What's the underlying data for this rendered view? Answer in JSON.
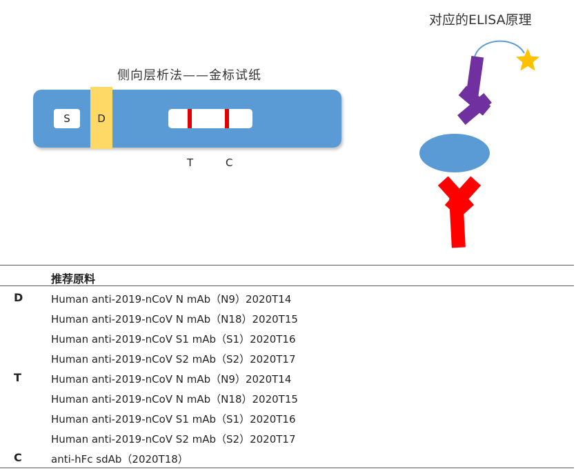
{
  "strip_diagram": {
    "title": "侧向层析法——金标试纸",
    "sample_pad": "S",
    "conjugate_pad": "D",
    "test_line": "T",
    "control_line": "C",
    "colors": {
      "strip": "#5b9bd5",
      "conjugate_pad": "#ffd966",
      "lines": "#e00000"
    }
  },
  "elisa_diagram": {
    "title": "对应的ELISA原理",
    "colors": {
      "detection_antibody": "#7030a0",
      "antigen": "#5b9bd5",
      "capture_antibody": "#ff0000",
      "label_star": "#ffc000",
      "linker": "#5b9bd5"
    }
  },
  "table": {
    "header": "推荐原料",
    "rows": [
      {
        "group": "D",
        "material": "Human anti-2019-nCoV N mAb（N9）2020T14"
      },
      {
        "group": "",
        "material": "Human anti-2019-nCoV N mAb（N18）2020T15"
      },
      {
        "group": "",
        "material": "Human anti-2019-nCoV S1 mAb（S1）2020T16"
      },
      {
        "group": "",
        "material": "Human anti-2019-nCoV S2 mAb（S2）2020T17"
      },
      {
        "group": "T",
        "material": "Human anti-2019-nCoV N mAb（N9）2020T14"
      },
      {
        "group": "",
        "material": "Human anti-2019-nCoV N mAb（N18）2020T15"
      },
      {
        "group": "",
        "material": "Human anti-2019-nCoV S1 mAb（S1）2020T16"
      },
      {
        "group": "",
        "material": "Human anti-2019-nCoV S2 mAb（S2）2020T17"
      },
      {
        "group": "C",
        "material": "anti-hFc sdAb（2020T18）"
      }
    ]
  }
}
